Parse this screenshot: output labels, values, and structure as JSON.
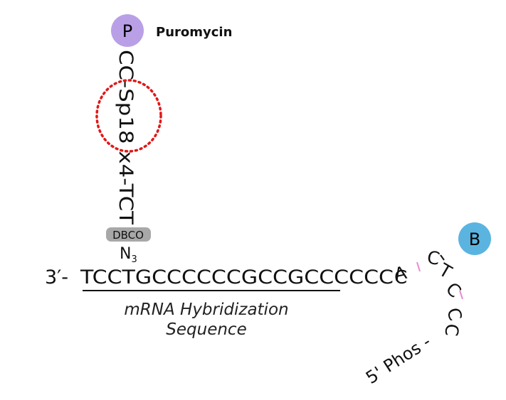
{
  "puromycin": {
    "badge_letter": "P",
    "label": "Puromycin",
    "badge_color": "#b9a0e6"
  },
  "linker": {
    "text": "CC-Sp18 x4-TCT",
    "highlight_color": "#e01818"
  },
  "dbco": {
    "label": "DBCO",
    "fill_color": "#a8a8a8"
  },
  "azide": {
    "main": "N",
    "subscript": "3"
  },
  "strand": {
    "prefix": "3′- ",
    "sequence": "TCCTGCCCCCCGCCGCCCCCC",
    "tail_bases": [
      "C",
      "A",
      "C",
      "T",
      "C",
      "C",
      "C"
    ],
    "modification_color": "#e88ad6",
    "five_prime": "5' Phos -"
  },
  "hybridization": {
    "line1": "mRNA Hybridization",
    "line2": "Sequence"
  },
  "biotin": {
    "badge_letter": "B",
    "badge_color": "#5bb4e0"
  }
}
